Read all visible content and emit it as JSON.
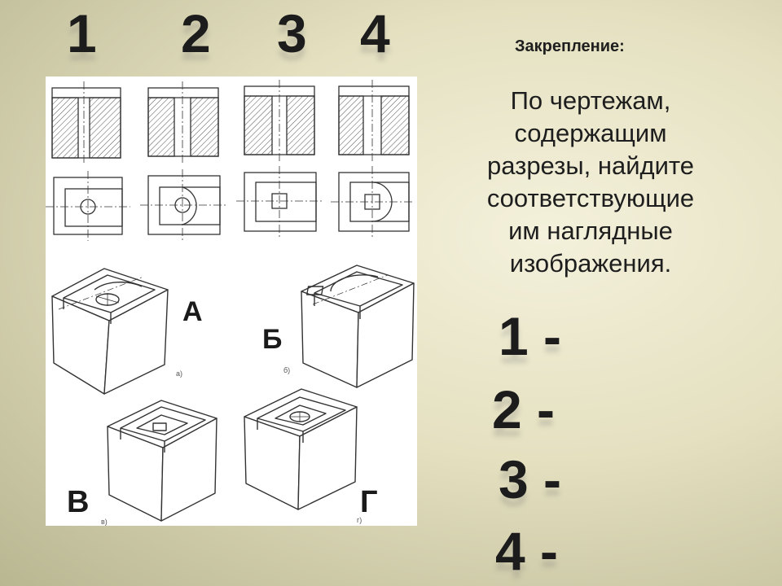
{
  "top_numbers": [
    "1",
    "2",
    "3",
    "4"
  ],
  "heading": "Закрепление:",
  "task_lines": [
    "По чертежам,",
    "содержащим",
    "разрезы, найдите",
    "соответствующие",
    "им наглядные",
    "изображения."
  ],
  "figure_letters": [
    "А",
    "Б",
    "В",
    "Г"
  ],
  "figure_sublabels": [
    "а)",
    "б)",
    "в)",
    "г)"
  ],
  "answers": [
    "1 -",
    "2 -",
    "3 -",
    "4 -"
  ]
}
